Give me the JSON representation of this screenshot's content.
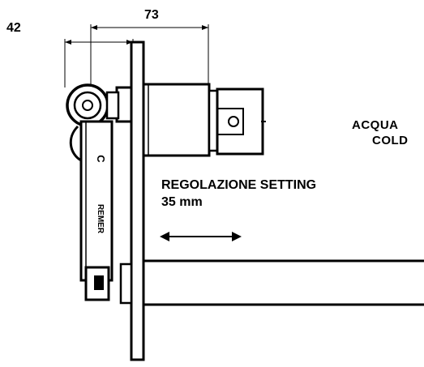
{
  "dimensions": {
    "width_label": "42",
    "depth_label": "73"
  },
  "labels": {
    "water_it": "ACQUA",
    "water_en": "COLD",
    "setting_title": "REGOLAZIONE SETTING",
    "setting_value": "35 mm",
    "lever_letter": "C",
    "lever_brand": "REMER"
  },
  "colors": {
    "line": "#000000",
    "background": "#ffffff"
  }
}
